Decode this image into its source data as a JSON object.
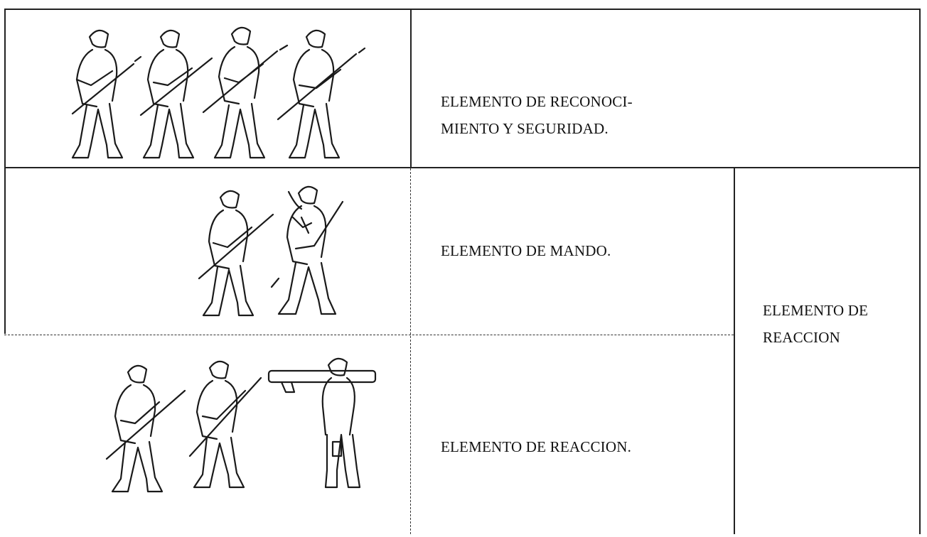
{
  "rows": {
    "recon": {
      "line1": "ELEMENTO DE RECONOCI-",
      "line2": "MIENTO Y SEGURIDAD."
    },
    "mando": {
      "label": "ELEMENTO DE MANDO."
    },
    "reaccion": {
      "label": "ELEMENTO DE REACCION."
    }
  },
  "side": {
    "line1": "ELEMENTO DE",
    "line2": "REACCION"
  },
  "illustrations": {
    "recon_soldiers": 4,
    "mando_soldiers": 2,
    "reaccion_soldiers": 3
  }
}
